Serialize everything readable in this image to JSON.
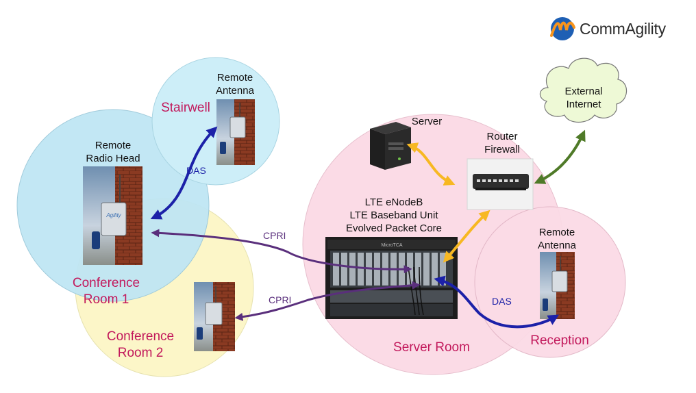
{
  "brand": {
    "name": "CommAgility",
    "blue": "#1e5fb4",
    "orange": "#f7941d"
  },
  "labels": {
    "remote_antenna_stairwell": [
      "Remote",
      "Antenna"
    ],
    "remote_radio_head": [
      "Remote",
      "Radio Head"
    ],
    "server": "Server",
    "router_firewall": [
      "Router",
      "Firewall"
    ],
    "external_internet": [
      "External",
      "Internet"
    ],
    "enodeb": [
      "LTE eNodeB",
      "LTE Baseband Unit",
      "Evolved Packet Core"
    ],
    "remote_antenna_reception": [
      "Remote",
      "Antenna"
    ]
  },
  "zones": {
    "stairwell": "Stairwell",
    "conference_room_1": [
      "Conference",
      "Room 1"
    ],
    "conference_room_2": [
      "Conference",
      "Room 2"
    ],
    "server_room": "Server Room",
    "reception": "Reception"
  },
  "links": {
    "das_stairwell": "DAS",
    "cpri_room1": "CPRI",
    "cpri_room2": "CPRI",
    "das_reception": "DAS"
  },
  "colors": {
    "stairwell_fill": "#cdeef8",
    "room1_fill": "#bfe6f4",
    "room2_fill": "#fcf6c8",
    "server_room_fill": "#fbdbe6",
    "reception_fill": "#fbdbe6",
    "das_arrow": "#1c21a8",
    "cpri_arrow": "#5a2f7c",
    "server_arrow": "#f7b822",
    "internet_arrow": "#4f7a28",
    "zone_text": "#c2185b",
    "cloud_fill": "#eef9d6"
  }
}
